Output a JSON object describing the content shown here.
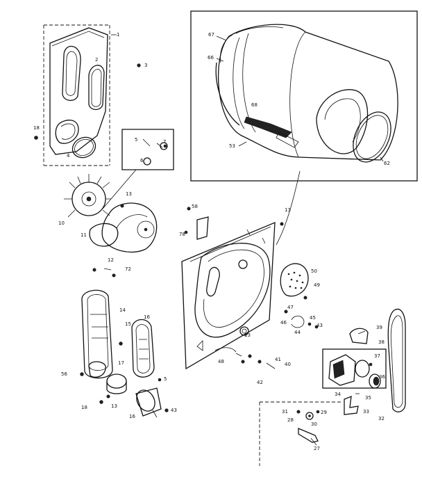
{
  "callouts": [
    {
      "id": "c1",
      "text": "1"
    },
    {
      "id": "c2",
      "text": "2"
    },
    {
      "id": "c3",
      "text": "3"
    },
    {
      "id": "c4",
      "text": "4"
    },
    {
      "id": "c18a",
      "text": "18"
    },
    {
      "id": "c5",
      "text": "5"
    },
    {
      "id": "c6",
      "text": "6"
    },
    {
      "id": "c7",
      "text": "7"
    },
    {
      "id": "c10",
      "text": "10"
    },
    {
      "id": "c13a",
      "text": "13"
    },
    {
      "id": "c11",
      "text": "11"
    },
    {
      "id": "c12",
      "text": "12"
    },
    {
      "id": "c72",
      "text": "72"
    },
    {
      "id": "c14",
      "text": "14"
    },
    {
      "id": "c15",
      "text": "15"
    },
    {
      "id": "c16a",
      "text": "16"
    },
    {
      "id": "c56",
      "text": "56"
    },
    {
      "id": "c17",
      "text": "17"
    },
    {
      "id": "c18b",
      "text": "18"
    },
    {
      "id": "c13b",
      "text": "13"
    },
    {
      "id": "c16b",
      "text": "16"
    },
    {
      "id": "c5b",
      "text": "5"
    },
    {
      "id": "c43",
      "text": "43"
    },
    {
      "id": "c67",
      "text": "67"
    },
    {
      "id": "c66",
      "text": "66"
    },
    {
      "id": "c68",
      "text": "68"
    },
    {
      "id": "c53",
      "text": "53"
    },
    {
      "id": "c62",
      "text": "62"
    },
    {
      "id": "c58",
      "text": "58"
    },
    {
      "id": "c78",
      "text": "78"
    },
    {
      "id": "c13c",
      "text": "13"
    },
    {
      "id": "c50",
      "text": "50"
    },
    {
      "id": "c49",
      "text": "49"
    },
    {
      "id": "c47",
      "text": "47"
    },
    {
      "id": "c46",
      "text": "46"
    },
    {
      "id": "c44",
      "text": "44"
    },
    {
      "id": "c45",
      "text": "45"
    },
    {
      "id": "c43b",
      "text": "43"
    },
    {
      "id": "c13d",
      "text": "13"
    },
    {
      "id": "c48",
      "text": "48"
    },
    {
      "id": "c41",
      "text": "41"
    },
    {
      "id": "c40",
      "text": "40"
    },
    {
      "id": "c42",
      "text": "42"
    },
    {
      "id": "c39",
      "text": "39"
    },
    {
      "id": "c38",
      "text": "38"
    },
    {
      "id": "c37",
      "text": "37"
    },
    {
      "id": "c36",
      "text": "36"
    },
    {
      "id": "c34",
      "text": "34"
    },
    {
      "id": "c35",
      "text": "35"
    },
    {
      "id": "c33",
      "text": "33"
    },
    {
      "id": "c32",
      "text": "32"
    },
    {
      "id": "c31",
      "text": "31"
    },
    {
      "id": "c29",
      "text": "29"
    },
    {
      "id": "c30",
      "text": "30"
    },
    {
      "id": "c28",
      "text": "28"
    },
    {
      "id": "c27",
      "text": "27"
    }
  ]
}
